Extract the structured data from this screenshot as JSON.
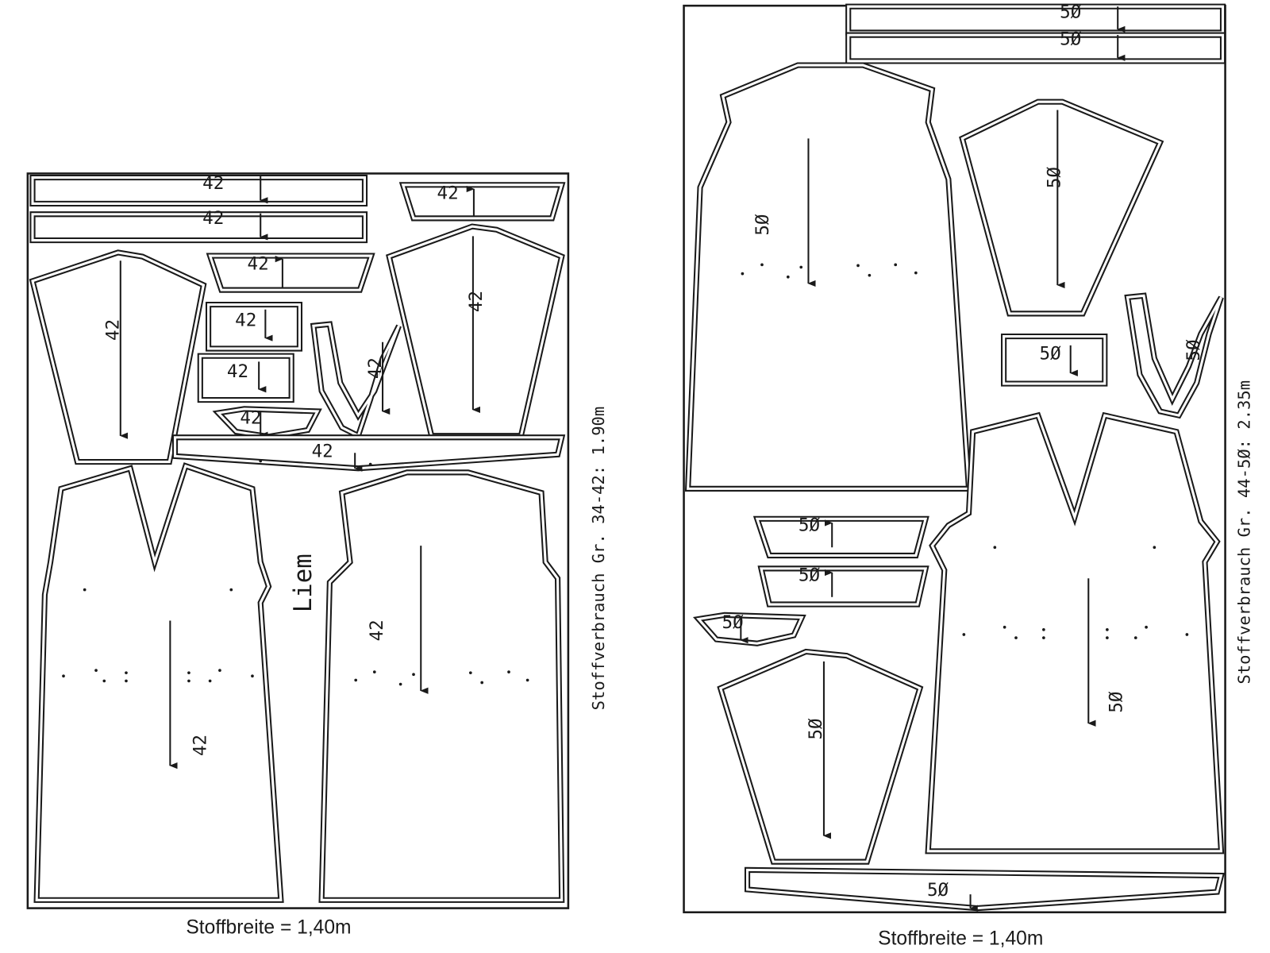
{
  "left_layout": {
    "size_label": "42",
    "usage_text": "Stoffverbrauch Gr. 34-42: 1.90m",
    "fabric_width": "Stoffbreite = 1,40m",
    "extra_label": "Liem"
  },
  "right_layout": {
    "size_label": "5Ø",
    "usage_text": "Stoffverbrauch Gr. 44-5Ø: 2.35m",
    "fabric_width": "Stoffbreite = 1,40m"
  },
  "colors": {
    "line": "#1a1a1a",
    "background": "#ffffff"
  }
}
